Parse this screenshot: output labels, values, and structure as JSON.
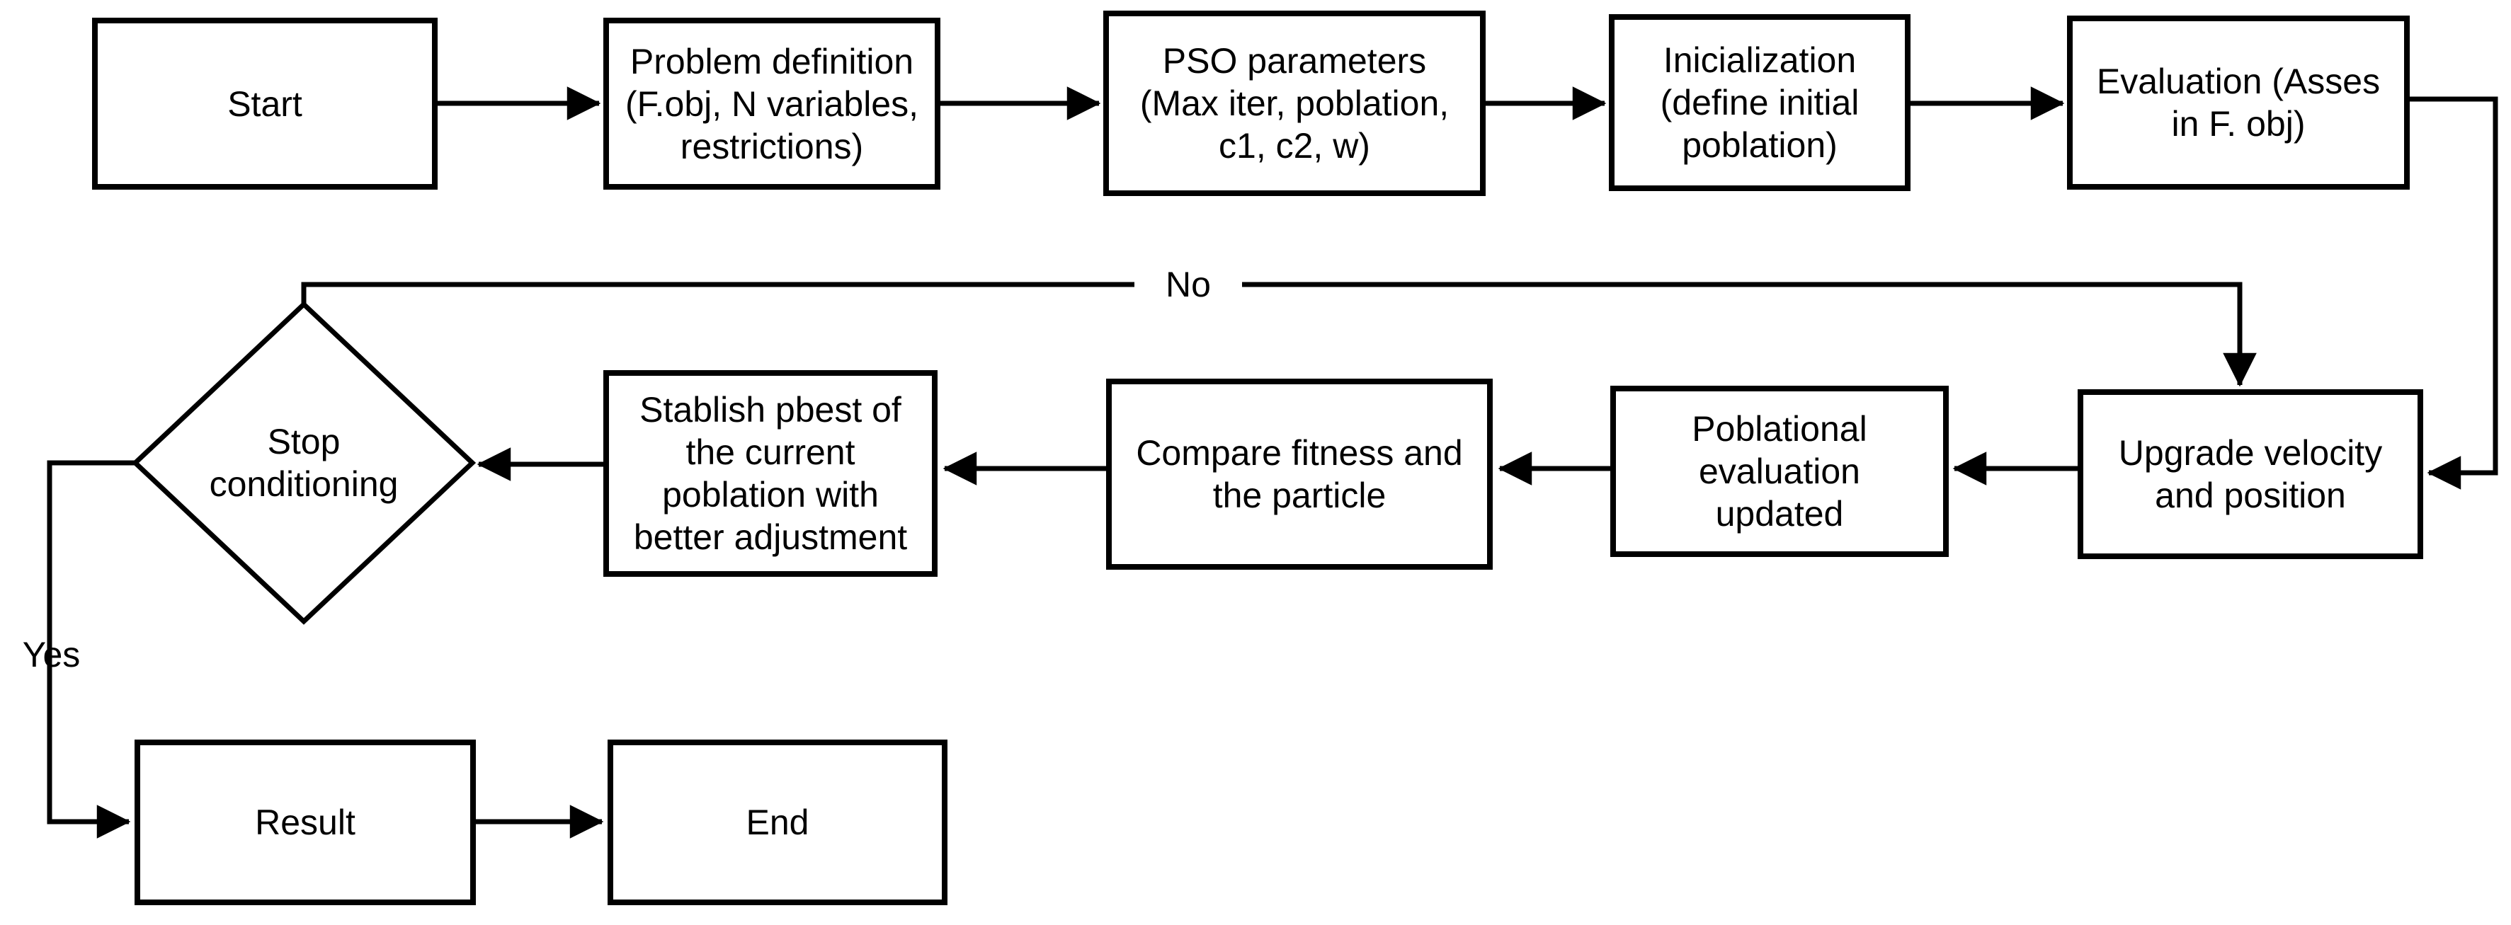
{
  "diagram": {
    "type": "flowchart",
    "colors": {
      "background": "#ffffff",
      "stroke": "#000000",
      "node_fill": "#ffffff",
      "text": "#000000"
    },
    "nodes": {
      "start": {
        "label": "Start",
        "shape": "rectangle"
      },
      "problem_definition": {
        "label": "Problem definition\n(F.obj, N variables,\nrestrictions)",
        "shape": "rectangle"
      },
      "pso_parameters": {
        "label": "PSO parameters\n(Max iter, poblation,\nc1, c2, w)",
        "shape": "rectangle"
      },
      "inicialization": {
        "label": "Inicialization\n(define initial\npoblation)",
        "shape": "rectangle"
      },
      "evaluation": {
        "label": "Evaluation (Asses\nin F. obj)",
        "shape": "rectangle"
      },
      "upgrade_velocity": {
        "label": "Upgrade velocity\nand position",
        "shape": "rectangle"
      },
      "poblational_evaluation": {
        "label": "Poblational\nevaluation\nupdated",
        "shape": "rectangle"
      },
      "compare_fitness": {
        "label": "Compare fitness and\nthe particle",
        "shape": "rectangle"
      },
      "stablish_pbest": {
        "label": "Stablish pbest of\nthe current\npoblation with\nbetter adjustment",
        "shape": "rectangle"
      },
      "stop_conditioning": {
        "label": "Stop\nconditioning",
        "shape": "diamond"
      },
      "result": {
        "label": "Result",
        "shape": "rectangle"
      },
      "end": {
        "label": "End",
        "shape": "rectangle"
      }
    },
    "edge_labels": {
      "no": "No",
      "yes": "Yes"
    }
  }
}
